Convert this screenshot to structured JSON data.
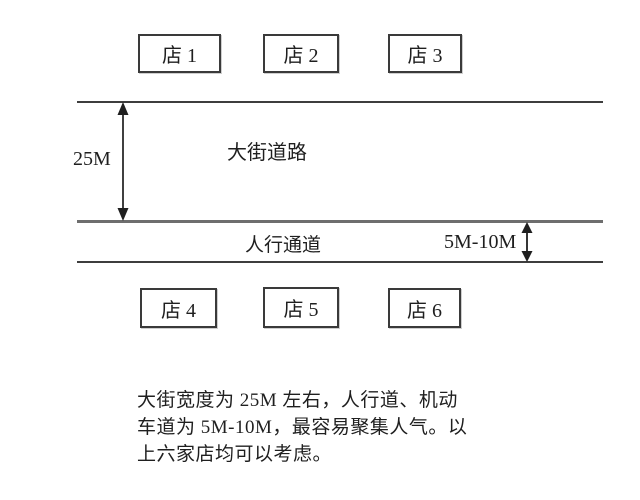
{
  "diagram": {
    "title": "shop-street-layout",
    "colors": {
      "background": "#ffffff",
      "line": "#3e3e3e",
      "mid_line": "#6e6e6e",
      "text": "#1f1f1f"
    },
    "shops_top": [
      {
        "label": "店 1"
      },
      {
        "label": "店 2"
      },
      {
        "label": "店 3"
      }
    ],
    "shops_bottom": [
      {
        "label": "店 4"
      },
      {
        "label": "店 5"
      },
      {
        "label": "店 6"
      }
    ],
    "street": {
      "label": "大街道路",
      "width_label": "25M"
    },
    "walkway": {
      "label": "人行通道",
      "width_label": "5M-10M"
    },
    "note": {
      "lines": [
        "大街宽度为 25M 左右，人行道、机动",
        "车道为 5M-10M，最容易聚集人气。以",
        "上六家店均可以考虑。"
      ]
    }
  }
}
